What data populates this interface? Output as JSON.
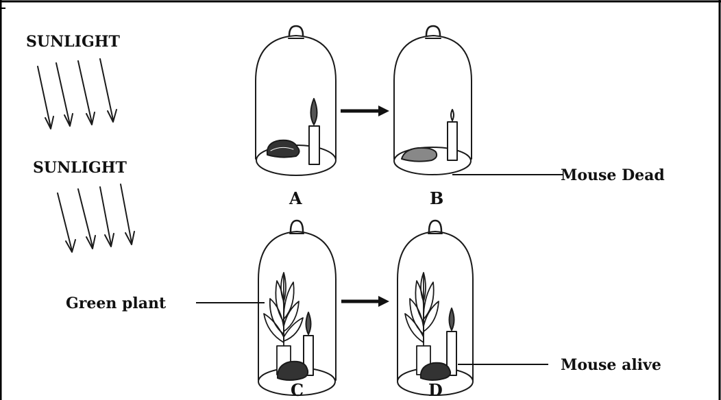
{
  "labels": {
    "sunlight_top": "SUNLIGHT",
    "sunlight_bottom": "SUNLIGHT",
    "green_plant": "Green plant",
    "mouse_dead": "Mouse Dead",
    "mouse_alive": "Mouse alive"
  },
  "jars": {
    "a": "A",
    "b": "B",
    "c": "C",
    "d": "D"
  }
}
